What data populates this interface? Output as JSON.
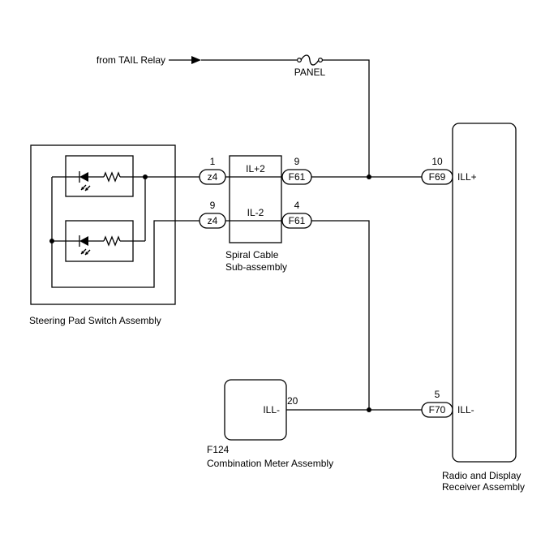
{
  "source": {
    "label": "from TAIL Relay"
  },
  "fuse": {
    "label": "PANEL"
  },
  "steering_pad": {
    "name": "Steering Pad Switch Assembly"
  },
  "spiral_cable": {
    "name_line1": "Spiral Cable",
    "name_line2": "Sub-assembly",
    "signal_top": "IL+2",
    "signal_bottom": "IL-2"
  },
  "connectors": {
    "z4_top": {
      "id": "z4",
      "pin": "1"
    },
    "z4_bottom": {
      "id": "z4",
      "pin": "9"
    },
    "f61_top": {
      "id": "F61",
      "pin": "9"
    },
    "f61_bottom": {
      "id": "F61",
      "pin": "4"
    },
    "f69": {
      "id": "F69",
      "pin": "10"
    },
    "f70": {
      "id": "F70",
      "pin": "5"
    }
  },
  "radio": {
    "name_line1": "Radio and Display",
    "name_line2": "Receiver Assembly",
    "terminal_top": "ILL+",
    "terminal_bottom": "ILL-"
  },
  "meter": {
    "code": "F124",
    "name": "Combination Meter Assembly",
    "terminal": "ILL-",
    "pin": "20"
  }
}
